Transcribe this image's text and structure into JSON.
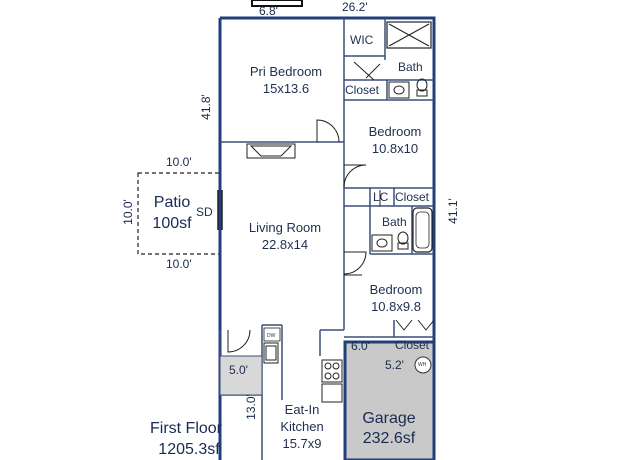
{
  "colors": {
    "wall": "#1f3f7a",
    "garage_fill": "#c9c9c9",
    "text": "#1f2f4f"
  },
  "dimensions": {
    "top_left": "6.8'",
    "top_right": "26.2'",
    "left_height": "41.8'",
    "right_height": "41.1'",
    "patio_top": "10.0'",
    "patio_bottom": "10.0'",
    "patio_side": "10.0'",
    "porch": "5.0'",
    "kitchen_side": "13.0'",
    "garage_top": "6.0'",
    "garage_inner": "5.2'"
  },
  "rooms": {
    "pri_bedroom": {
      "name": "Pri Bedroom",
      "size": "15x13.6"
    },
    "wic": "WIC",
    "bath_top": "Bath",
    "closet_top": "Closet",
    "bedroom2": {
      "name": "Bedroom",
      "size": "10.8x10"
    },
    "lc": "LC",
    "closet_mid": "Closet",
    "bath_mid": "Bath",
    "living": {
      "name": "Living Room",
      "size": "22.8x14"
    },
    "bedroom3": {
      "name": "Bedroom",
      "size": "10.8x9.8"
    },
    "closet_bottom": "Closet",
    "kitchen": {
      "name_line1": "Eat-In",
      "name_line2": "Kitchen",
      "size": "15.7x9"
    },
    "garage": {
      "name": "Garage",
      "area": "232.6sf"
    },
    "patio": {
      "name": "Patio",
      "area": "100sf"
    },
    "sd": "SD"
  },
  "appliance_marks": {
    "dw": "DW",
    "wh": "WH"
  },
  "floor": {
    "name": "First Floor",
    "area": "1205.3sf"
  }
}
